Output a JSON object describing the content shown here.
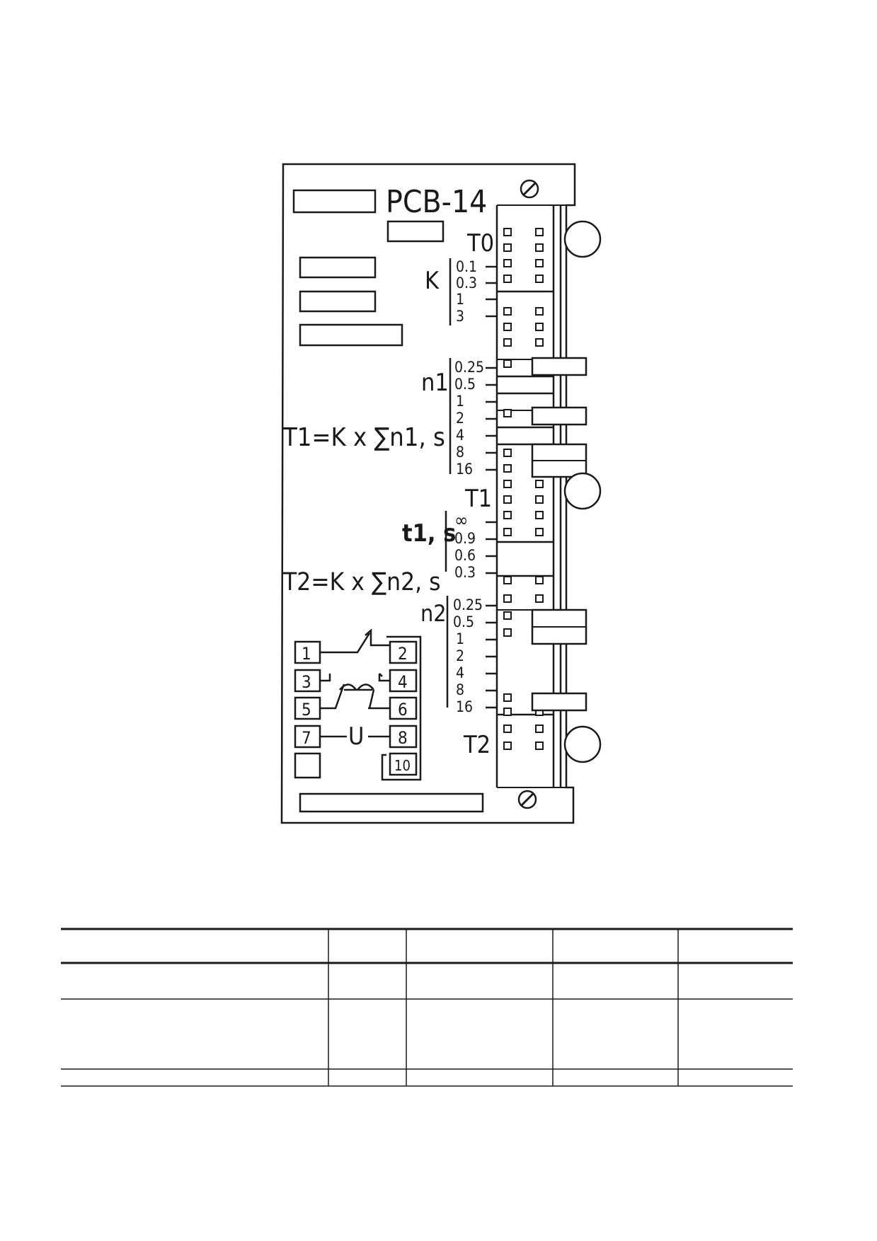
{
  "panel": {
    "model": "PCB-14",
    "formula_t1": "T1=K x ∑n1, s",
    "formula_t2": "T2=K x ∑n2, s"
  },
  "switch_groups": {
    "t0": "T0",
    "t1": "T1",
    "t2": "T2",
    "k": {
      "label": "K",
      "values": [
        "0.1",
        "0.3",
        "1",
        "3"
      ]
    },
    "n1": {
      "label": "n1",
      "values": [
        "0.25",
        "0.5",
        "1",
        "2",
        "4",
        "8",
        "16"
      ]
    },
    "t1s": {
      "label": "t1, s",
      "values": [
        "∞",
        "0.9",
        "0.6",
        "0.3"
      ]
    },
    "n2": {
      "label": "n2",
      "values": [
        "0.25",
        "0.5",
        "1",
        "2",
        "4",
        "8",
        "16"
      ]
    }
  },
  "terminals": {
    "left": [
      "1",
      "3",
      "5",
      "7"
    ],
    "right": [
      "2",
      "4",
      "6",
      "8",
      "10"
    ],
    "voltage_label": "U"
  },
  "table": {
    "columns": 5,
    "rows": 3
  }
}
